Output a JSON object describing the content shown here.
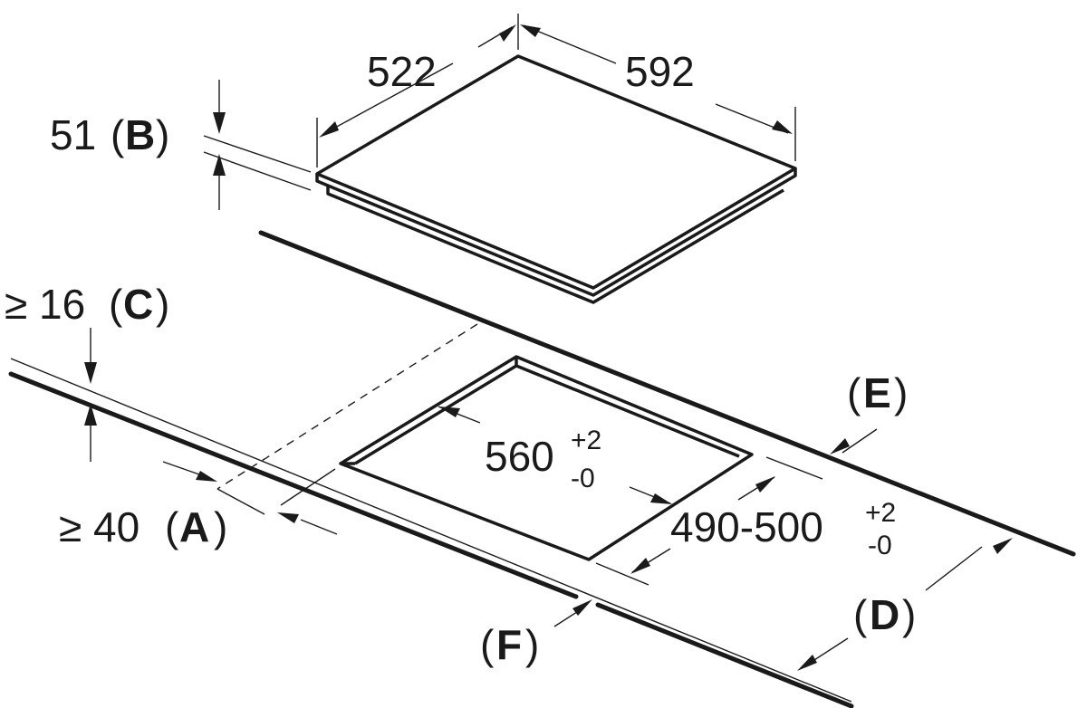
{
  "labels": {
    "width_depth": "522",
    "width_length": "592",
    "height_value": "51",
    "height_letter": "B",
    "gap_top": "≥ 16",
    "gap_top_letter": "C",
    "gap_front": "≥ 40",
    "gap_front_letter": "A",
    "cutout_length": "560",
    "cutout_length_tol_plus": "+2",
    "cutout_length_tol_minus": "-0",
    "cutout_depth": "490-500",
    "cutout_depth_tol_plus": "+2",
    "cutout_depth_tol_minus": "-0",
    "marker_e": "E",
    "marker_d": "D",
    "marker_f": "F"
  }
}
